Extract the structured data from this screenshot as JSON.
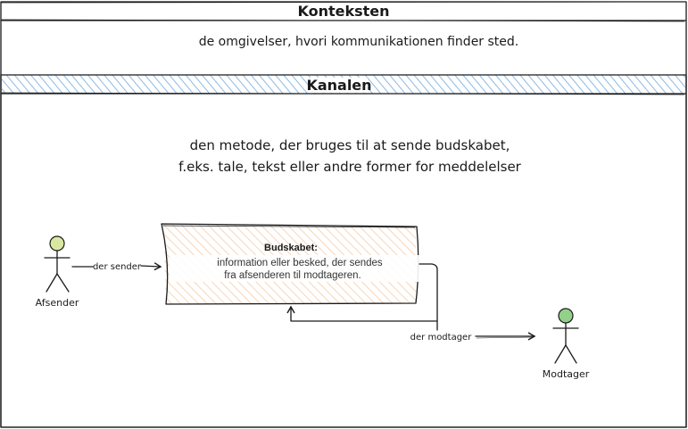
{
  "context": {
    "title": "Konteksten",
    "description": "de omgivelser, hvori kommunikationen finder sted."
  },
  "channel": {
    "title": "Kanalen",
    "description_line1": "den metode, der bruges til at sende budskabet,",
    "description_line2": "f.eks. tale, tekst eller andre former for meddelelser"
  },
  "message": {
    "title": "Budskabet:",
    "line1": "information eller besked, der sendes",
    "line2": "fra afsenderen til modtageren."
  },
  "sender": {
    "label": "Afsender"
  },
  "receiver": {
    "label": "Modtager"
  },
  "edges": {
    "sends": "der sender",
    "receives": "der modtager"
  },
  "colors": {
    "ink": "#1a1a1a",
    "channel_hatch": "#6fa8dc",
    "message_hatch": "#f5cba7",
    "sender_head": "#d9e8a0",
    "receiver_head": "#93d18b"
  }
}
